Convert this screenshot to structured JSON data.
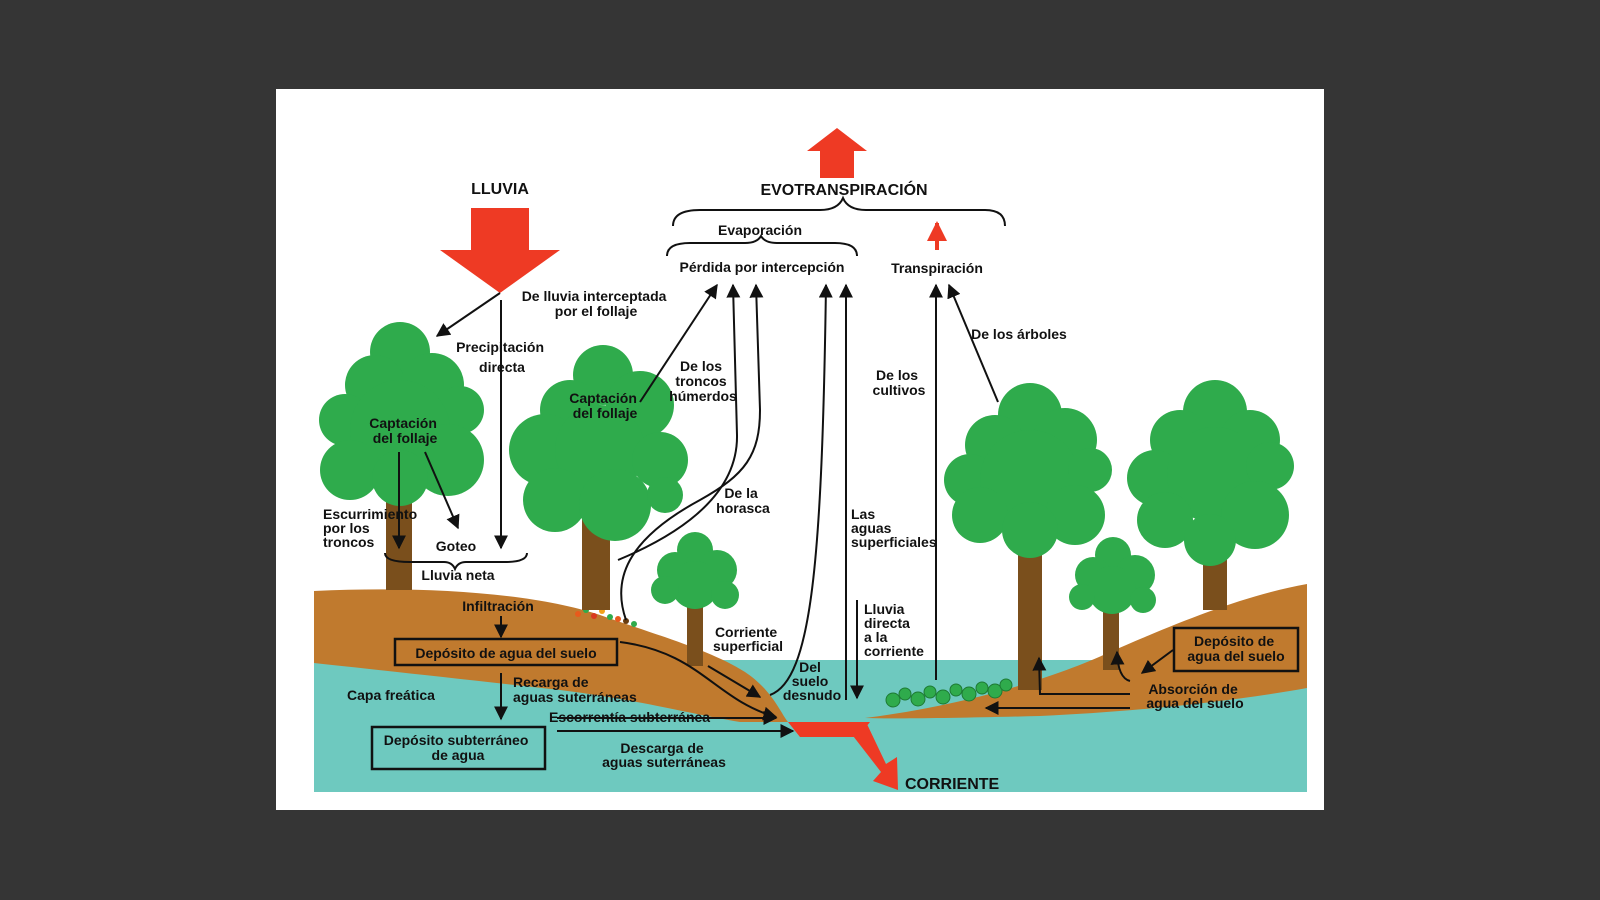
{
  "colors": {
    "background": "#353535",
    "panel": "#ffffff",
    "soil": "#c07a2e",
    "groundwater": "#6ec9bf",
    "foliage": "#2fab4c",
    "trunk": "#7a4f1c",
    "flow_arrow": "#ee3a24",
    "text": "#111111"
  },
  "labels": {
    "lluvia": "LLUVIA",
    "evotranspiracion": "EVOTRANSPIRACIÓN",
    "evaporacion": "Evaporación",
    "perdida_intercepcion": "Pérdida por intercepción",
    "transpiracion": "Transpiración",
    "lluvia_interceptada": [
      "De lluvia interceptada",
      "por el follaje"
    ],
    "precipitacion_directa": [
      "Precipitación",
      "directa"
    ],
    "captacion_follaje_1": [
      "Captación",
      "del follaje"
    ],
    "captacion_follaje_2": [
      "Captación",
      "del follaje"
    ],
    "troncos_humedos": [
      "De los",
      "troncos",
      "húmerdos"
    ],
    "horasca": [
      "De la",
      "horasca"
    ],
    "de_los_arboles": "De los árboles",
    "de_los_cultivos": [
      "De los",
      "cultivos"
    ],
    "aguas_superficiales": [
      "Las",
      "aguas",
      "superficiales"
    ],
    "escurrimiento": [
      "Escurrimiento",
      "por los",
      "troncos"
    ],
    "goteo": "Goteo",
    "lluvia_neta": "Lluvia neta",
    "infiltracion": "Infiltración",
    "deposito_suelo": "Depósito de agua del suelo",
    "deposito_suelo_derecha": [
      "Depósito de",
      "agua del suelo"
    ],
    "corriente_superficial": [
      "Corriente",
      "superficial"
    ],
    "suelo_desnudo": [
      "Del",
      "suelo",
      "desnudo"
    ],
    "lluvia_directa": [
      "Lluvia",
      "directa",
      "a la",
      "corriente"
    ],
    "capa_freatica": "Capa freática",
    "recarga": [
      "Recarga de",
      "aguas suterráneas"
    ],
    "escorrentia_subterranea": "Escorrentía subterránea",
    "deposito_subterraneo": [
      "Depósito subterráneo",
      "de agua"
    ],
    "descarga": [
      "Descarga de",
      "aguas suterráneas"
    ],
    "absorcion": [
      "Absorción de",
      "agua del suelo"
    ],
    "corriente": "CORRIENTE"
  }
}
